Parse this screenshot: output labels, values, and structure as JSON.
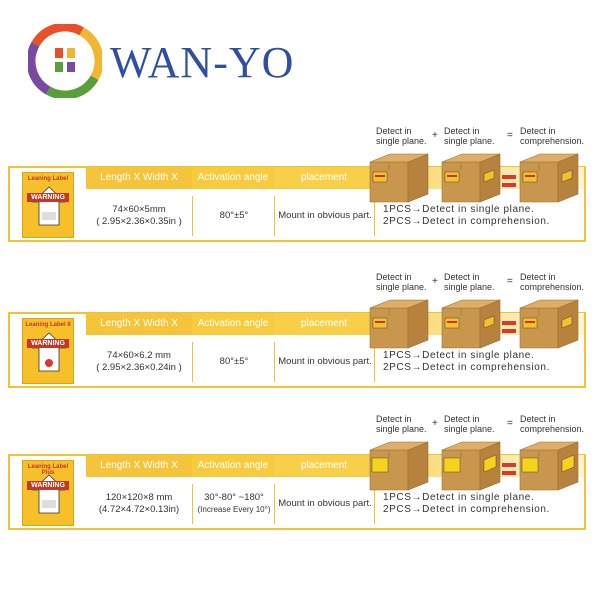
{
  "brand": {
    "name": "WAN-YO"
  },
  "colors": {
    "accent": "#f6c93a",
    "border": "#f1c232",
    "brand_blue": "#2f4fa0",
    "equals_red": "#d83a2f"
  },
  "headers": {
    "dimensions": "Length X Width X Height",
    "angle": "Activation angle",
    "placement": "placement"
  },
  "detect": {
    "single": "Detect in single plane.",
    "comprehension": "Detect in comprehension.",
    "plus": "+",
    "equals": "="
  },
  "rows": [
    {
      "label_title": "Leaning Label",
      "label_warning": "WARNING",
      "dims_mm": "74×60×5mm",
      "dims_in": "( 2.95×2.36×0.35in )",
      "angle_1": "80°±5°",
      "angle_2": "",
      "placement": "Mount in obvious part.",
      "pcs1": "1PCS→Detect in single plane.",
      "pcs2": "2PCS→Detect in comprehension."
    },
    {
      "label_title": "Leaning Label II",
      "label_warning": "WARNING",
      "dims_mm": "74×60×6.2 mm",
      "dims_in": "( 2.95×2.36×0.24in )",
      "angle_1": "80°±5°",
      "angle_2": "",
      "placement": "Mount in obvious part.",
      "pcs1": "1PCS→Detect in single plane.",
      "pcs2": "2PCS→Detect in comprehension."
    },
    {
      "label_title": "Leaning Label Plus",
      "label_warning": "WARNING",
      "dims_mm": "120×120×8 mm",
      "dims_in": "(4.72×4.72×0.13in)",
      "angle_1": "30°-80° ~180°",
      "angle_2": "(Increase Every 10°)",
      "placement": "Mount in obvious part.",
      "pcs1": "1PCS→Detect in single plane.",
      "pcs2": "2PCS→Detect in comprehension."
    }
  ]
}
